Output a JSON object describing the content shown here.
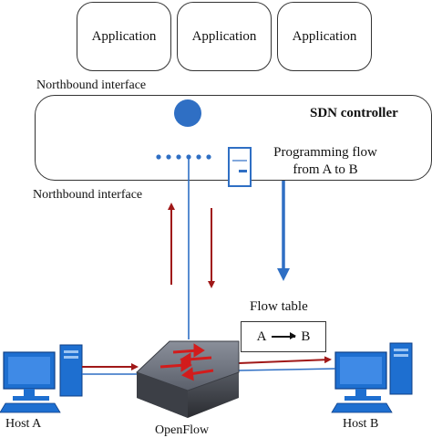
{
  "applications": [
    {
      "label": "Application"
    },
    {
      "label": "Application"
    },
    {
      "label": "Application"
    }
  ],
  "labels": {
    "northbound_top": "Northbound interface",
    "northbound_bottom": "Northbound interface",
    "controller_title": "SDN controller",
    "programming_flow_line1": "Programming flow",
    "programming_flow_line2": "from A to B",
    "flow_table": "Flow table",
    "flow_from": "A",
    "flow_to": "B",
    "host_a": "Host A",
    "host_b": "Host B",
    "switch": "OpenFlow"
  },
  "colors": {
    "accent_blue": "#2f6fc4",
    "flow_red": "#a01818",
    "computer_blue": "#1e6fd0"
  },
  "icons": [
    "controller-circle-icon",
    "server-icon",
    "computer-icon",
    "openflow-switch-icon"
  ]
}
